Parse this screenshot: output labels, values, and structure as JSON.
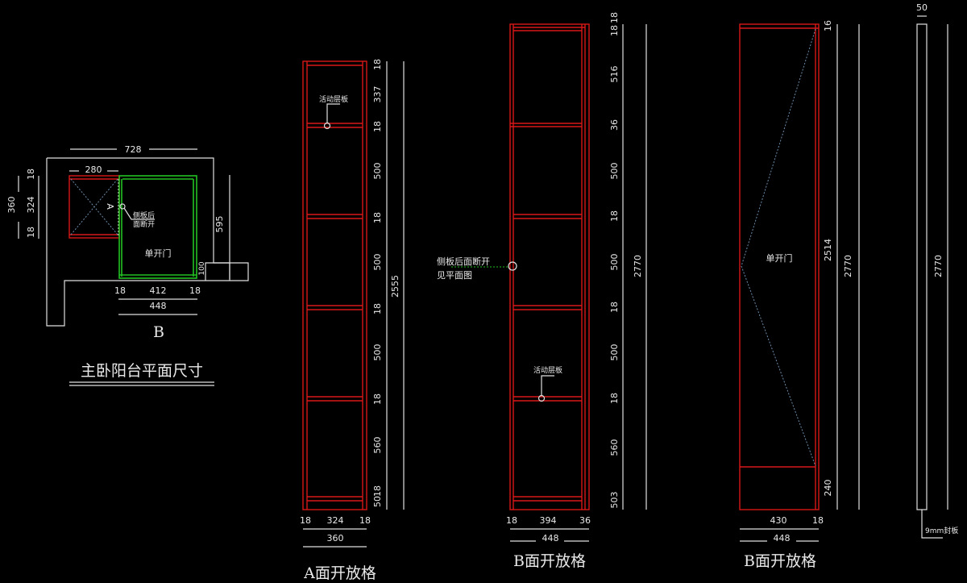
{
  "plan": {
    "title": "主卧阳台平面尺寸",
    "dim_width_total": "728",
    "dim_cabinet_a_width": "280",
    "dim_depth_total": "360",
    "dim_depth_inner": "324",
    "dim_top_panel": "18",
    "dim_bottom_panel": "18",
    "dim_right_depth": "595",
    "dim_step": "100",
    "dim_b_left": "18",
    "dim_b_inner": "412",
    "dim_b_right": "18",
    "dim_b_total": "448",
    "label_a": "A",
    "label_b": "B",
    "door_label": "单开门",
    "note_line1": "侧板后",
    "note_line2": "面断开"
  },
  "elevation_a": {
    "title": "A面开放格",
    "callout": "活动层板",
    "vertical_dims": [
      "18",
      "337",
      "18",
      "500",
      "18",
      "500",
      "18",
      "500",
      "18",
      "560",
      "50",
      "18"
    ],
    "total_height": "2555",
    "bottom_dims": [
      "18",
      "324",
      "18"
    ],
    "total_width": "360"
  },
  "elevation_b": {
    "title": "B面开放格",
    "callout_shelf": "活动层板",
    "callout_side_line1": "侧板后面断开",
    "callout_side_line2": "见平面图",
    "vertical_dims": [
      "18",
      "18",
      "516",
      "36",
      "500",
      "18",
      "500",
      "18",
      "500",
      "18",
      "560",
      "503"
    ],
    "total_height": "2770",
    "bottom_dims": [
      "18",
      "394",
      "36"
    ],
    "total_width": "448"
  },
  "elevation_b_door": {
    "title": "B面开放格",
    "door_label": "单开门",
    "vertical_dims": [
      "16",
      "2514",
      "240"
    ],
    "total_height": "2770",
    "bottom_dims": [
      "430",
      "18"
    ],
    "total_width": "448"
  },
  "side_panel": {
    "width": "50",
    "total_height": "2770",
    "note": "9mm封板"
  }
}
